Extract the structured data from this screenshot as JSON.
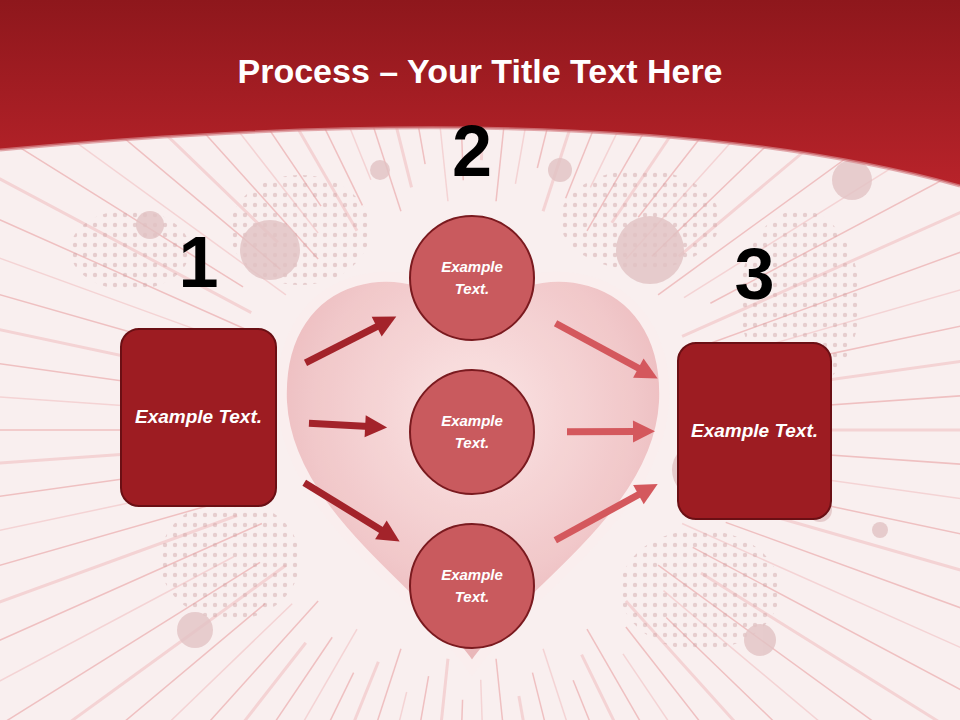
{
  "diagram": {
    "title": "Process – Your Title Text Here",
    "nodes": [
      {
        "text": [
          "1",
          "Example Text."
        ]
      },
      {
        "text": [
          "2",
          "Example Text."
        ]
      },
      {
        "text": [
          "Example Text."
        ]
      },
      {
        "text": [
          "Example Text."
        ]
      },
      {
        "text": [
          "3",
          "Example Text."
        ]
      }
    ],
    "edges": [
      {
        "from": 0,
        "to": 1,
        "arrow": "to"
      },
      {
        "from": 0,
        "to": 2,
        "arrow": "to"
      },
      {
        "from": 0,
        "to": 3,
        "arrow": "to"
      },
      {
        "from": 1,
        "to": 4,
        "arrow": "to"
      },
      {
        "from": 2,
        "to": 4,
        "arrow": "to"
      },
      {
        "from": 3,
        "to": 4,
        "arrow": "to"
      }
    ]
  }
}
